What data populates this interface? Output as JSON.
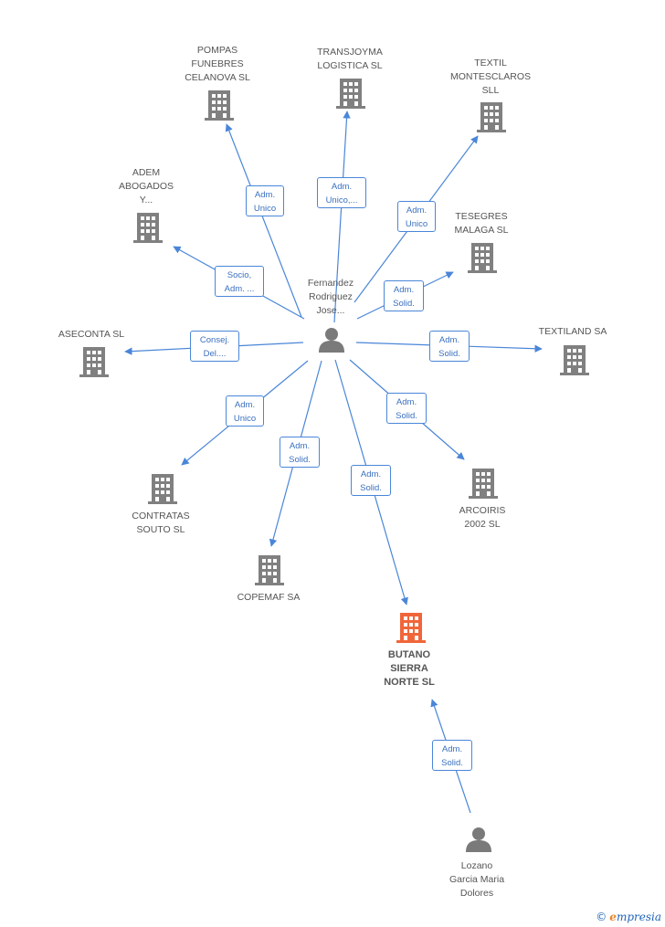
{
  "colors": {
    "edge": "#4a86d8",
    "company": "#808080",
    "focus_company": "#f0663a",
    "person": "#7a7a7a"
  },
  "nodes": [
    {
      "id": "pompas",
      "kind": "company",
      "label": "POMPAS\nFUNEBRES\nCELANOVA SL"
    },
    {
      "id": "transjoyma",
      "kind": "company",
      "label": "TRANSJOYMA\nLOGISTICA SL"
    },
    {
      "id": "montesclaros",
      "kind": "company",
      "label": "TEXTIL\nMONTESCLAROS\nSLL"
    },
    {
      "id": "adem",
      "kind": "company",
      "label": "ADEM\nABOGADOS\nY..."
    },
    {
      "id": "tesegres",
      "kind": "company",
      "label": "TESEGRES\nMALAGA  SL"
    },
    {
      "id": "fernandez",
      "kind": "person",
      "label": "Fernandez\nRodriguez\nJose..."
    },
    {
      "id": "aseconta",
      "kind": "company",
      "label": "ASECONTA SL"
    },
    {
      "id": "textiland",
      "kind": "company",
      "label": "TEXTILAND SA"
    },
    {
      "id": "contratas",
      "kind": "company",
      "label": "CONTRATAS\nSOUTO SL"
    },
    {
      "id": "arcoiris",
      "kind": "company",
      "label": "ARCOIRIS\n2002  SL"
    },
    {
      "id": "copemaf",
      "kind": "company",
      "label": "COPEMAF SA"
    },
    {
      "id": "butano",
      "kind": "focus_company",
      "label": "BUTANO\nSIERRA\nNORTE SL"
    },
    {
      "id": "lozano",
      "kind": "person",
      "label": "Lozano\nGarcia Maria\nDolores"
    }
  ],
  "edges": [
    {
      "from": "fernandez",
      "to": "pompas",
      "label": "Adm.\nUnico"
    },
    {
      "from": "fernandez",
      "to": "transjoyma",
      "label": "Adm.\nUnico,..."
    },
    {
      "from": "fernandez",
      "to": "montesclaros",
      "label": "Adm.\nUnico"
    },
    {
      "from": "fernandez",
      "to": "adem",
      "label": "Socio,\nAdm. ..."
    },
    {
      "from": "fernandez",
      "to": "tesegres",
      "label": "Adm.\nSolid."
    },
    {
      "from": "fernandez",
      "to": "aseconta",
      "label": "Consej.\nDel...."
    },
    {
      "from": "fernandez",
      "to": "textiland",
      "label": "Adm.\nSolid."
    },
    {
      "from": "fernandez",
      "to": "contratas",
      "label": "Adm.\nUnico"
    },
    {
      "from": "fernandez",
      "to": "arcoiris",
      "label": "Adm.\nSolid."
    },
    {
      "from": "fernandez",
      "to": "copemaf",
      "label": "Adm.\nSolid."
    },
    {
      "from": "fernandez",
      "to": "butano",
      "label": "Adm.\nSolid."
    },
    {
      "from": "lozano",
      "to": "butano",
      "label": "Adm.\nSolid."
    }
  ],
  "watermark": {
    "copyright": "©",
    "brand_initial": "e",
    "brand_rest": "mpresia"
  }
}
